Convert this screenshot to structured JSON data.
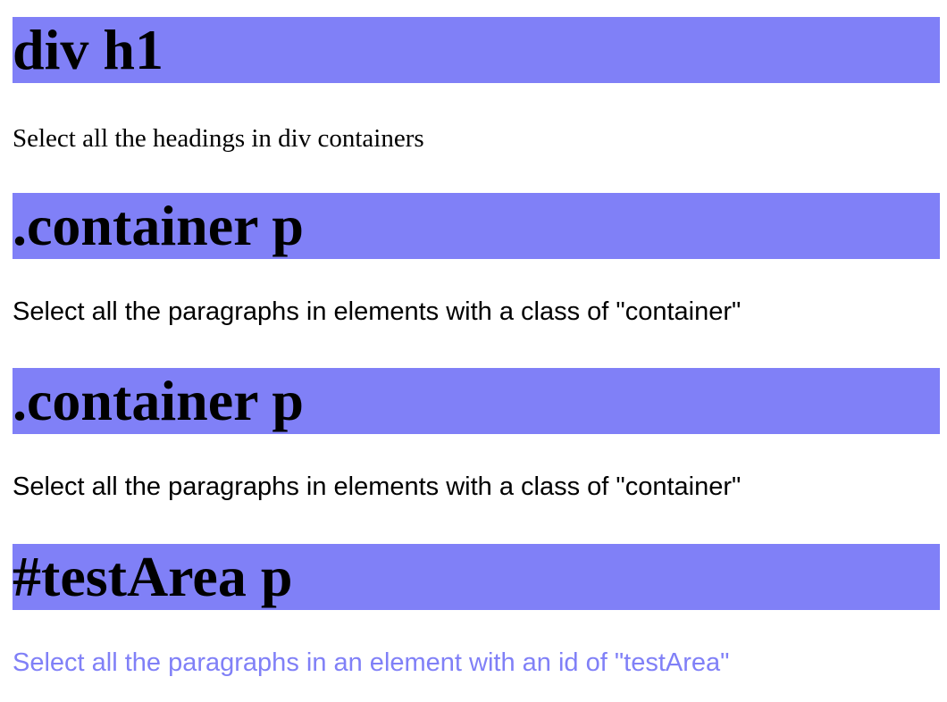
{
  "colors": {
    "heading_background": "#8080f7",
    "accent_text": "#8080f7",
    "text": "#000000"
  },
  "sections": [
    {
      "heading": "div h1",
      "description": "Select all the headings in div containers"
    },
    {
      "heading": ".container p",
      "description": "Select all the paragraphs in elements with a class of \"container\""
    },
    {
      "heading": ".container p",
      "description": "Select all the paragraphs in elements with a class of \"container\""
    },
    {
      "heading": "#testArea p",
      "description": "Select all the paragraphs in an element with an id of \"testArea\""
    }
  ]
}
